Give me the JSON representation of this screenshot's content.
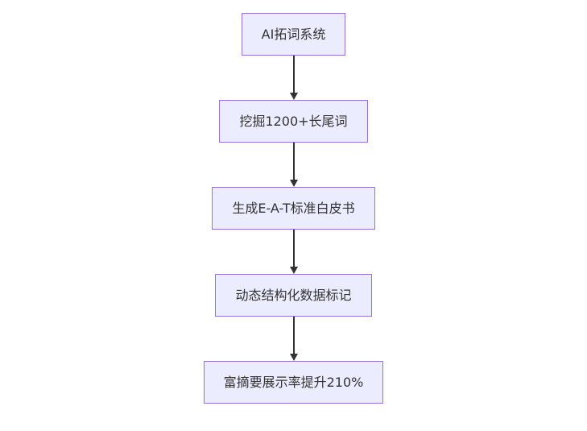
{
  "flowchart": {
    "title": "",
    "nodes": [
      {
        "id": "A",
        "label": "AI拓词系统"
      },
      {
        "id": "B",
        "label": "挖掘1200+长尾词"
      },
      {
        "id": "C",
        "label": "生成E-A-T标准白皮书"
      },
      {
        "id": "D",
        "label": "动态结构化数据标记"
      },
      {
        "id": "E",
        "label": "富摘要展示率提升210%"
      }
    ],
    "edges": [
      {
        "from": "A",
        "to": "B"
      },
      {
        "from": "B",
        "to": "C"
      },
      {
        "from": "C",
        "to": "D"
      },
      {
        "from": "D",
        "to": "E"
      }
    ],
    "colors": {
      "node_fill": "#ECECFF",
      "node_border": "#9370DB",
      "node_text": "#333333",
      "arrow": "#333333",
      "background": "#ffffff"
    }
  }
}
